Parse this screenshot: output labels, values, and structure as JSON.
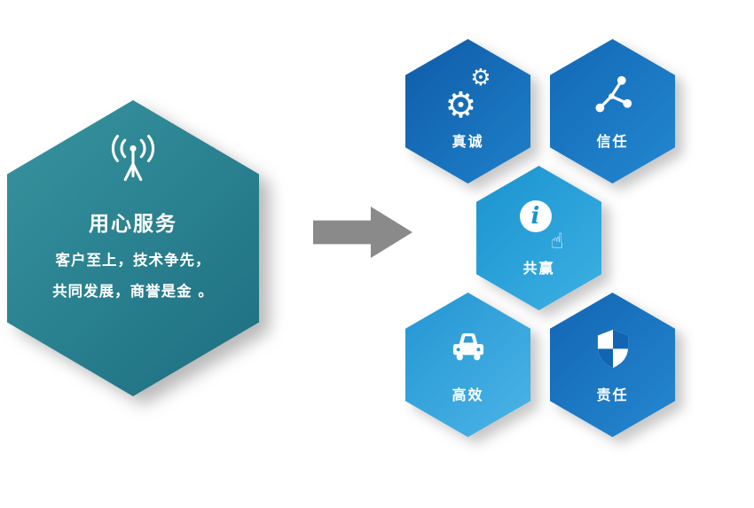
{
  "left_panel": {
    "icon": "broadcast-icon",
    "title": "用心服务",
    "lines": [
      "客户至上，技术争先，",
      "共同发展，商誉是金 。"
    ],
    "color_from": "#37949f",
    "color_to": "#1d6e80"
  },
  "arrow": {
    "direction": "right",
    "color": "#8a8a8a"
  },
  "hexagons": [
    {
      "label": "真诚",
      "icon": "gears-icon",
      "color_from": "#0f5ca8",
      "color_to": "#1f80c9"
    },
    {
      "label": "信任",
      "icon": "share-network-icon",
      "color_from": "#1368b4",
      "color_to": "#2388d1"
    },
    {
      "label": "共赢",
      "icon": "info-click-icon",
      "color_from": "#1b93cf",
      "color_to": "#3bb0e3"
    },
    {
      "label": "高效",
      "icon": "car-icon",
      "color_from": "#2496d3",
      "color_to": "#4bb4e6"
    },
    {
      "label": "责任",
      "icon": "shield-check-icon",
      "color_from": "#1265b3",
      "color_to": "#2588d0"
    }
  ]
}
